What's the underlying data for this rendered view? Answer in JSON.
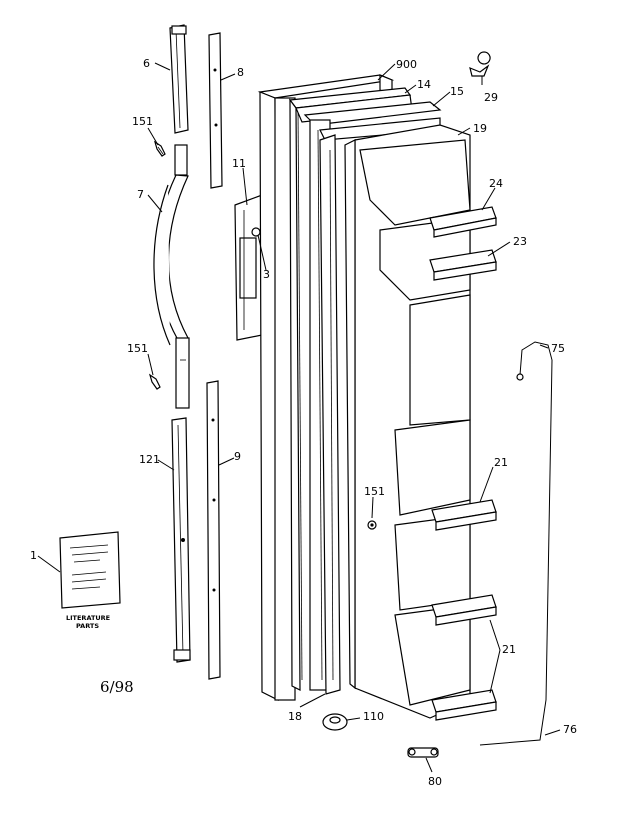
{
  "diagram": {
    "date_code": "6/98",
    "literature_card": {
      "label_line1": "LITERATURE",
      "label_line2": "PARTS"
    },
    "callouts": [
      {
        "id": "c-6",
        "label": "6"
      },
      {
        "id": "c-8",
        "label": "8"
      },
      {
        "id": "c-151a",
        "label": "151"
      },
      {
        "id": "c-7",
        "label": "7"
      },
      {
        "id": "c-11",
        "label": "11"
      },
      {
        "id": "c-3",
        "label": "3"
      },
      {
        "id": "c-151b",
        "label": "151"
      },
      {
        "id": "c-121",
        "label": "121"
      },
      {
        "id": "c-9",
        "label": "9"
      },
      {
        "id": "c-1",
        "label": "1"
      },
      {
        "id": "c-900",
        "label": "900"
      },
      {
        "id": "c-14",
        "label": "14"
      },
      {
        "id": "c-15",
        "label": "15"
      },
      {
        "id": "c-29",
        "label": "29"
      },
      {
        "id": "c-19",
        "label": "19"
      },
      {
        "id": "c-24",
        "label": "24"
      },
      {
        "id": "c-23",
        "label": "23"
      },
      {
        "id": "c-75",
        "label": "75"
      },
      {
        "id": "c-151c",
        "label": "151"
      },
      {
        "id": "c-21a",
        "label": "21"
      },
      {
        "id": "c-21b",
        "label": "21"
      },
      {
        "id": "c-18",
        "label": "18"
      },
      {
        "id": "c-110",
        "label": "110"
      },
      {
        "id": "c-76",
        "label": "76"
      },
      {
        "id": "c-80",
        "label": "80"
      }
    ]
  }
}
